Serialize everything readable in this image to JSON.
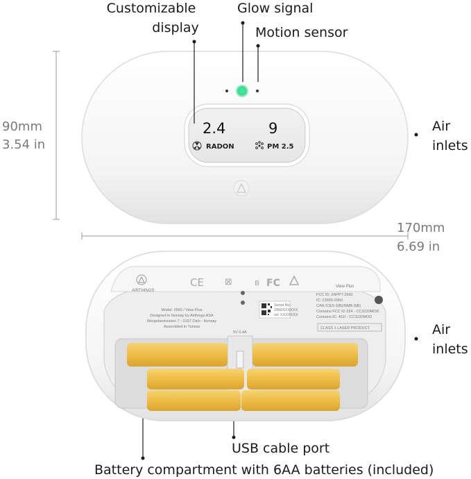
{
  "callouts": {
    "display": [
      "Customizable",
      "display"
    ],
    "glow": "Glow signal",
    "motion": "Motion sensor",
    "inlets_top": [
      "Air",
      "inlets"
    ],
    "inlets_bottom": [
      "Air",
      "inlets"
    ],
    "usb": "USB cable port",
    "battery": "Battery compartment with 6AA batteries (included)"
  },
  "dimensions": {
    "height_mm": "90mm",
    "height_in": "3.54 in",
    "width_mm": "170mm",
    "width_in": "6.69 in"
  },
  "screen": {
    "radon_value": "2.4",
    "radon_label": "RADON",
    "pm_value": "9",
    "pm_label": "PM 2.5"
  },
  "back_panel": {
    "brand": "AIRTHINGS",
    "model_text": "View Plus",
    "usb_rating": "5V 0.4A",
    "info_lines": [
      "Model: 2960 / View Plus",
      "Designed in Norway by Airthings ASA",
      "Wergelandsveien 7 - 0167 Oslo - Norway",
      "Assembled in Tunisia"
    ],
    "serial_lines": [
      "Serial No.:",
      "2960XXXXXX",
      "sd: XXXXXXX"
    ],
    "reg_lines": [
      "FCC ID: 2APPT-2960",
      "IC: 23900-2960",
      "CAN ICES-3(B)/NMB-3(B)",
      "Contains FCC ID Z64 - CC3220MOD",
      "Contains IC: 451I - CC3220MOD"
    ],
    "laser": "CLASS 1 LASER PRODUCT"
  },
  "colors": {
    "glow": "#2fd38a",
    "battery": "#f0c24b"
  }
}
